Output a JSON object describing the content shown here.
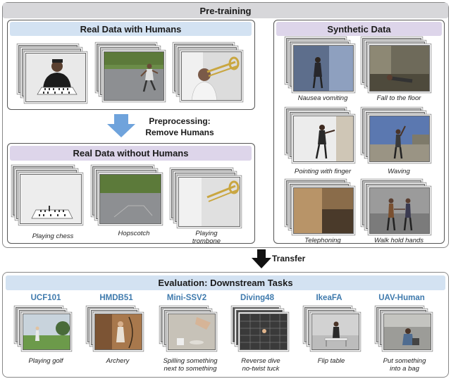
{
  "pretraining": {
    "title": "Pre-training",
    "real_with_humans": {
      "title": "Real Data with Humans"
    },
    "preprocessing": {
      "line1": "Preprocessing:",
      "line2": "Remove Humans"
    },
    "real_without_humans": {
      "title": "Real Data without Humans",
      "captions": [
        "Playing chess",
        "Hopscotch",
        "Playing",
        "trombone"
      ]
    },
    "synthetic": {
      "title": "Synthetic Data",
      "captions": [
        "Nausea vomiting",
        "Fall to the floor",
        "Pointing with finger",
        "Waving",
        "Telephoning",
        "Walk hold hands"
      ]
    }
  },
  "transfer": {
    "label": "Transfer"
  },
  "evaluation": {
    "title": "Evaluation: Downstream Tasks",
    "datasets": [
      {
        "name": "UCF101",
        "caption1": "Playing golf",
        "caption2": ""
      },
      {
        "name": "HMDB51",
        "caption1": "Archery",
        "caption2": ""
      },
      {
        "name": "Mini-SSV2",
        "caption1": "Spilling something",
        "caption2": "next to something"
      },
      {
        "name": "Diving48",
        "caption1": "Reverse dive",
        "caption2": "no-twist tuck"
      },
      {
        "name": "IkeaFA",
        "caption1": "Flip table",
        "caption2": ""
      },
      {
        "name": "UAV-Human",
        "caption1": "Put something",
        "caption2": "into a bag"
      }
    ]
  },
  "colors": {
    "arrow_blue": "#6fa3dc",
    "dataset_text": "#3f7aad",
    "bar_gray": "#d7d7da",
    "bar_blue": "#d3e2f2",
    "bar_purple": "#ddd5ea"
  }
}
